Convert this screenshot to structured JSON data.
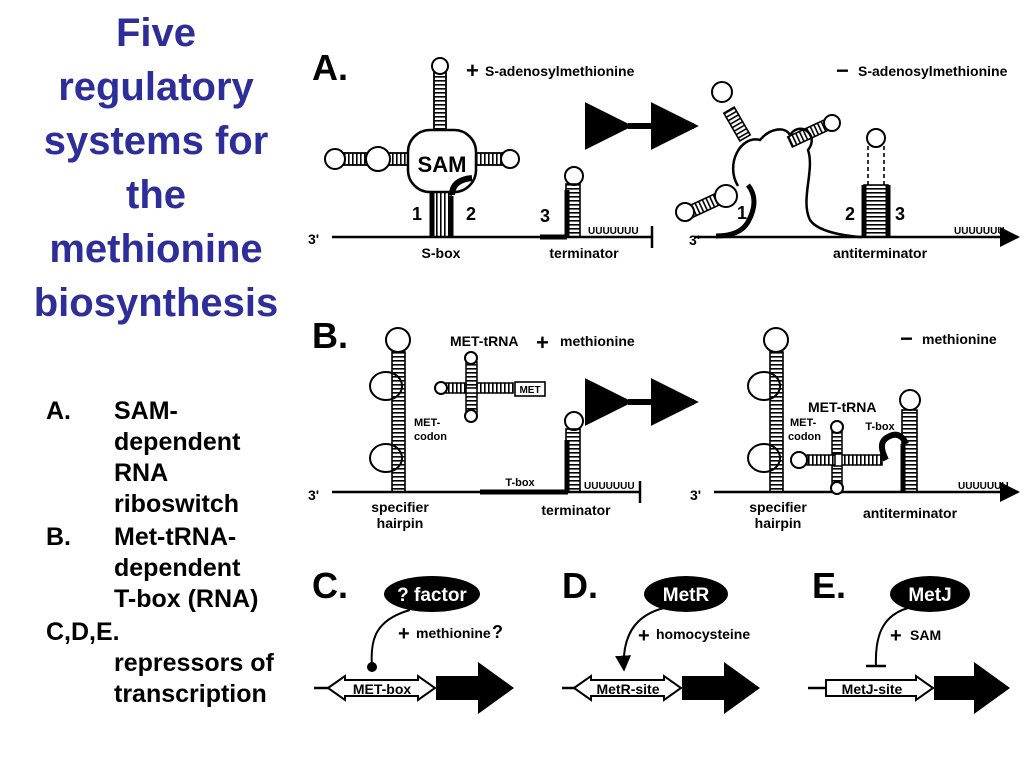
{
  "title_lines": [
    "Five",
    "regulatory",
    "systems for",
    "the",
    "methionine",
    "biosynthesis"
  ],
  "list": [
    {
      "marker": "A.",
      "lines": [
        "SAM-",
        "dependent",
        "RNA",
        "riboswitch"
      ]
    },
    {
      "marker": "B.",
      "lines": [
        "Met-tRNA-",
        "dependent",
        "T-box (RNA)"
      ]
    },
    {
      "marker": "C,D,E.",
      "lines": [
        "repressors of",
        "transcription"
      ]
    }
  ],
  "panelA": {
    "letter": "A.",
    "plus_label": "S-adenosylmethionine",
    "minus_label": "S-adenosylmethionine",
    "sam": "SAM",
    "num1": "1",
    "num2": "2",
    "num3": "3",
    "three_prime_left": "3'",
    "three_prime_right": "3'",
    "sbox": "S-box",
    "terminator": "terminator",
    "antiterminator": "antiterminator",
    "uuu": "UUUUUUU",
    "r_num1": "1",
    "r_num2": "2",
    "r_num3": "3"
  },
  "panelB": {
    "letter": "B.",
    "met_trna": "MET-tRNA",
    "plus_label": "methionine",
    "minus_label": "methionine",
    "met": "MET",
    "met_codon_1": "MET-",
    "met_codon_2": "codon",
    "tbox": "T-box",
    "three_prime_left": "3'",
    "three_prime_right": "3'",
    "specifier_1": "specifier",
    "specifier_2": "hairpin",
    "terminator": "terminator",
    "antiterminator": "antiterminator",
    "uuu": "UUUUUUU",
    "r_met_trna": "MET-tRNA",
    "r_met_codon_1": "MET-",
    "r_met_codon_2": "codon",
    "r_tbox": "T-box"
  },
  "panelC": {
    "letter": "C.",
    "factor": "? factor",
    "effector": "methionine",
    "effector_suffix": "?",
    "site": "MET-box"
  },
  "panelD": {
    "letter": "D.",
    "factor": "MetR",
    "effector": "homocysteine",
    "site": "MetR-site"
  },
  "panelE": {
    "letter": "E.",
    "factor": "MetJ",
    "effector": "SAM",
    "site": "MetJ-site"
  },
  "symbols": {
    "plus": "+",
    "minus": "−"
  },
  "colors": {
    "title": "#2e2e9a",
    "ink": "#000000",
    "background": "#ffffff"
  }
}
